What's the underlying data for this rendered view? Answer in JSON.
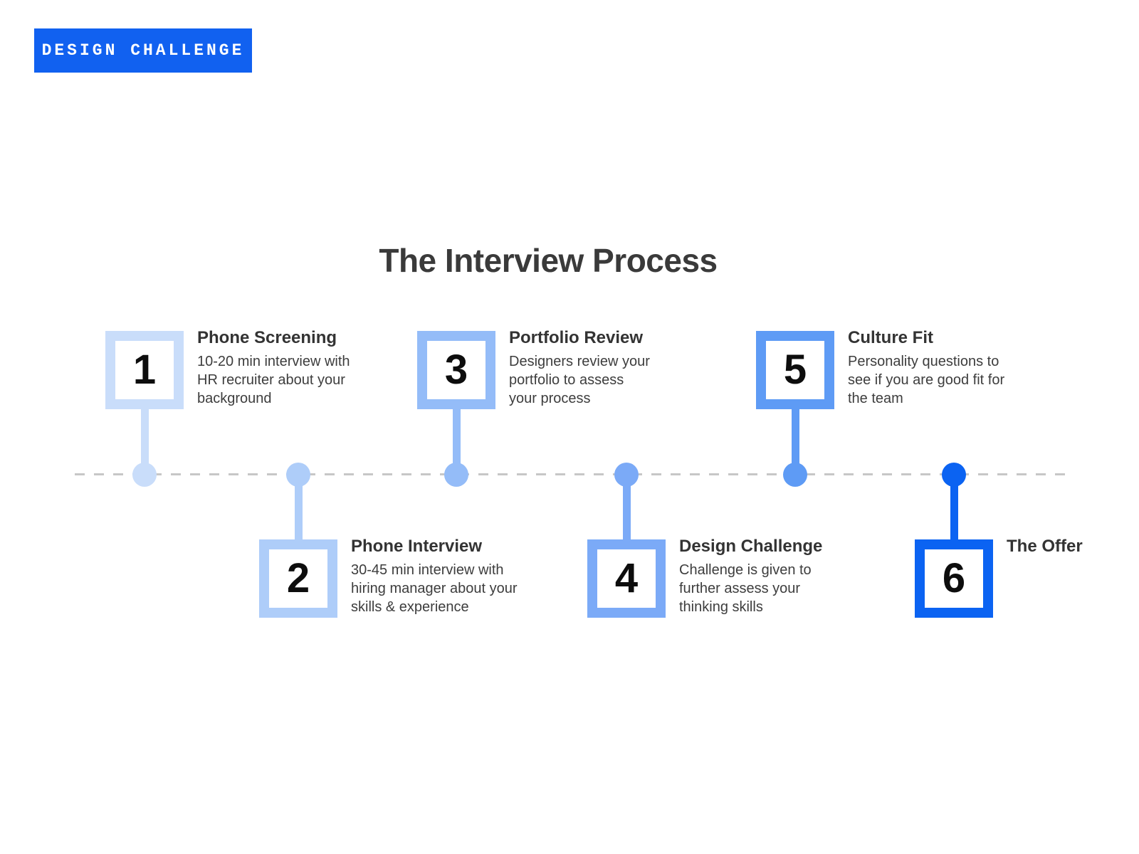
{
  "badge": {
    "label": "DESIGN CHALLENGE",
    "background": "#1161f0",
    "text_color": "#ffffff"
  },
  "title": "The Interview Process",
  "timeline": {
    "line_color": "#c7c7c7",
    "steps": [
      {
        "number": "1",
        "title": "Phone Screening",
        "description_lines": [
          "10-20 min interview with",
          "HR recruiter about your",
          "background"
        ],
        "color": "#c9ddfa",
        "position": "above"
      },
      {
        "number": "2",
        "title": "Phone Interview",
        "description_lines": [
          "30-45 min interview with",
          "hiring manager about your",
          "skills & experience"
        ],
        "color": "#aecdf9",
        "position": "below"
      },
      {
        "number": "3",
        "title": "Portfolio Review",
        "description_lines": [
          "Designers review your",
          "portfolio to assess",
          "your process"
        ],
        "color": "#94bcf8",
        "position": "above"
      },
      {
        "number": "4",
        "title": "Design Challenge",
        "description_lines": [
          "Challenge is given to",
          "further assess your",
          "thinking skills"
        ],
        "color": "#7baaf7",
        "position": "below"
      },
      {
        "number": "5",
        "title": "Culture Fit",
        "description_lines": [
          "Personality questions to",
          "see if you are good fit for",
          "the team"
        ],
        "color": "#5e9bf5",
        "position": "above"
      },
      {
        "number": "6",
        "title": "The Offer",
        "description_lines": [],
        "color": "#0b63f2",
        "position": "below"
      }
    ]
  }
}
